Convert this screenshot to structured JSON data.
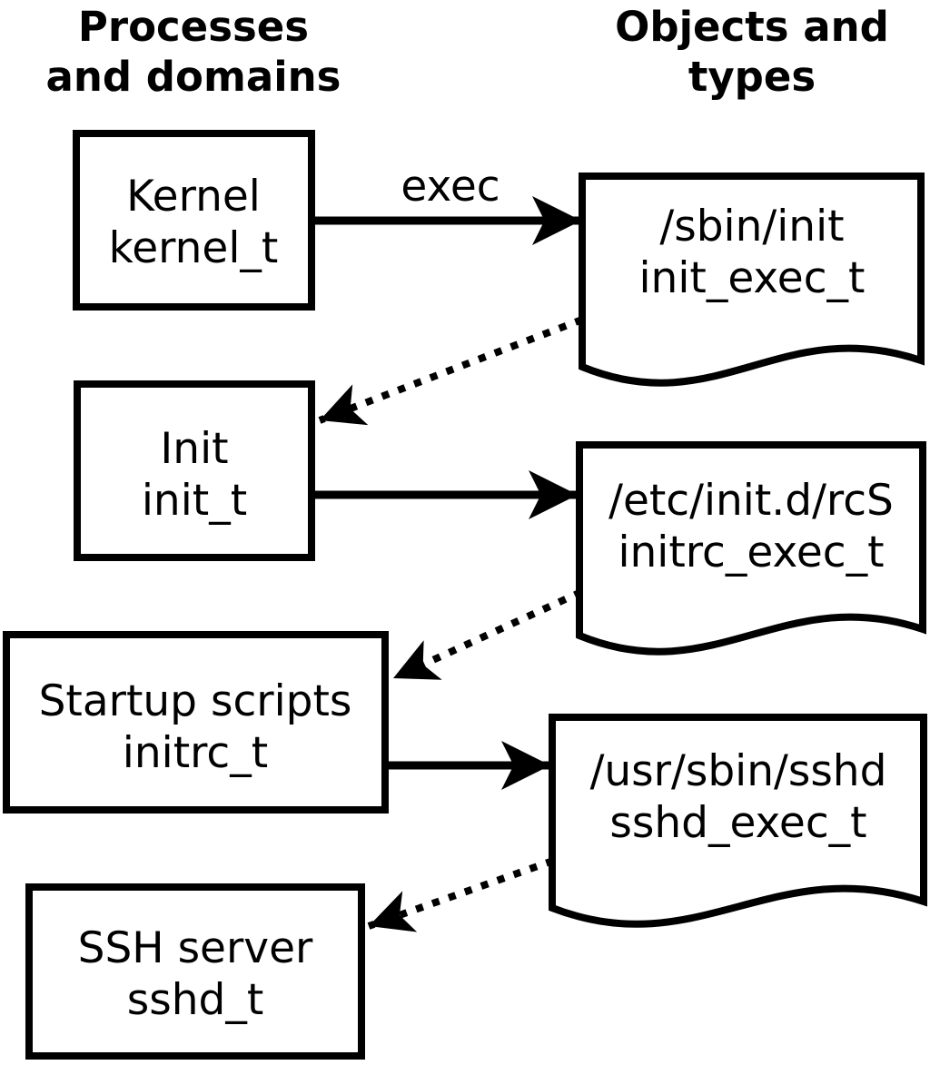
{
  "diagram": {
    "title_context": "SELinux domain transition diagram",
    "colors": {
      "stroke": "#000000",
      "fill": "#ffffff",
      "background": "#ffffff"
    },
    "headers": {
      "left_line1": "Processes",
      "left_line2": "and domains",
      "right_line1": "Objects and",
      "right_line2": "types"
    },
    "exec_label": "exec",
    "processes": [
      {
        "name": "Kernel",
        "type": "kernel_t"
      },
      {
        "name": "Init",
        "type": "init_t"
      },
      {
        "name": "Startup scripts",
        "type": "initrc_t"
      },
      {
        "name": "SSH server",
        "type": "sshd_t"
      }
    ],
    "objects": [
      {
        "path": "/sbin/init",
        "type": "init_exec_t"
      },
      {
        "path": "/etc/init.d/rcS",
        "type": "initrc_exec_t"
      },
      {
        "path": "/usr/sbin/sshd",
        "type": "sshd_exec_t"
      }
    ]
  }
}
